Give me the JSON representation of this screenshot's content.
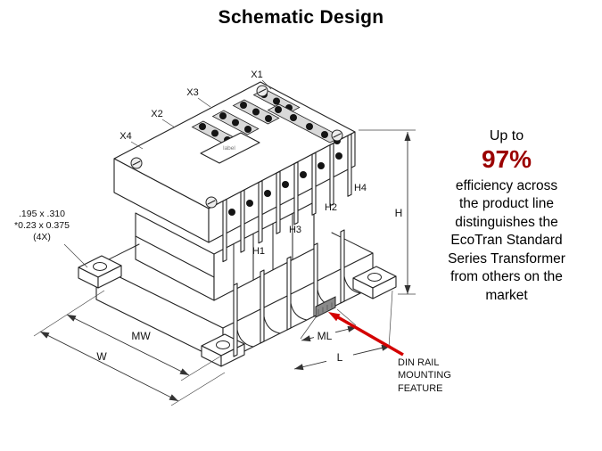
{
  "title": "Schematic Design",
  "side_panel": {
    "intro": "Up to",
    "highlight": "97%",
    "body_lines": [
      "efficiency across",
      "the product line",
      "distinguishes the",
      "EcoTran Standard",
      "Series Transformer",
      "from others on the",
      "market"
    ]
  },
  "diagram": {
    "plate_label": "label",
    "terminals": {
      "x1": "X1",
      "x2": "X2",
      "x3": "X3",
      "x4": "X4",
      "h1": "H1",
      "h2": "H2",
      "h3": "H3",
      "h4": "H4"
    },
    "dimensions": {
      "height": "H",
      "mounting_width": "MW",
      "width": "W",
      "mounting_length": "ML",
      "length": "L"
    },
    "hole_note": {
      "line1": ".195 x .310",
      "line2": "*0.23 x 0.375",
      "line3": "(4X)"
    },
    "din_callout": {
      "line1": "DIN RAIL",
      "line2": "MOUNTING",
      "line3": "FEATURE"
    }
  },
  "colors": {
    "highlight_red": "#9b0000",
    "arrow_red": "#d40000",
    "line_dark": "#222222"
  }
}
